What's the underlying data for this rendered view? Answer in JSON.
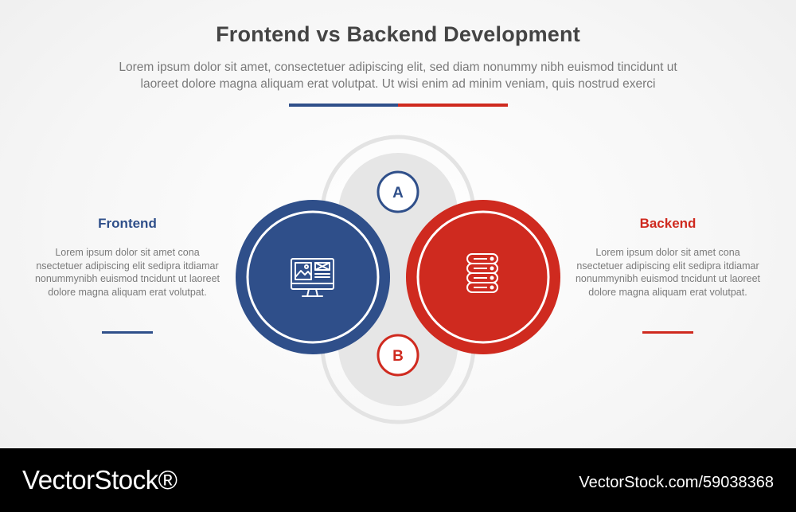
{
  "header": {
    "title": "Frontend vs Backend Development",
    "subtitle_line1": "Lorem ipsum dolor sit amet, consectetuer adipiscing elit, sed diam nonummy nibh euismod tincidunt ut",
    "subtitle_line2": "laoreet dolore magna aliquam erat volutpat. Ut wisi enim ad minim veniam, quis nostrud exerci"
  },
  "left": {
    "title": "Frontend",
    "body": "Lorem ipsum dolor sit amet cona nsectetuer adipiscing elit sedipra itdiamar nonummynibh euismod tncidunt ut laoreet dolore magna aliquam erat volutpat.",
    "icon": "monitor-icon",
    "color": "#2f4f8a"
  },
  "right": {
    "title": "Backend",
    "body": "Lorem ipsum dolor sit amet cona nsectetuer adipiscing elit sedipra itdiamar nonummynibh euismod tncidunt ut laoreet dolore magna aliquam erat volutpat.",
    "icon": "database-icon",
    "color": "#cf2a1f"
  },
  "center": {
    "top_label": "A",
    "bottom_label": "B"
  },
  "footer": {
    "logo": "VectorStock®",
    "url": "VectorStock.com/59038368"
  }
}
